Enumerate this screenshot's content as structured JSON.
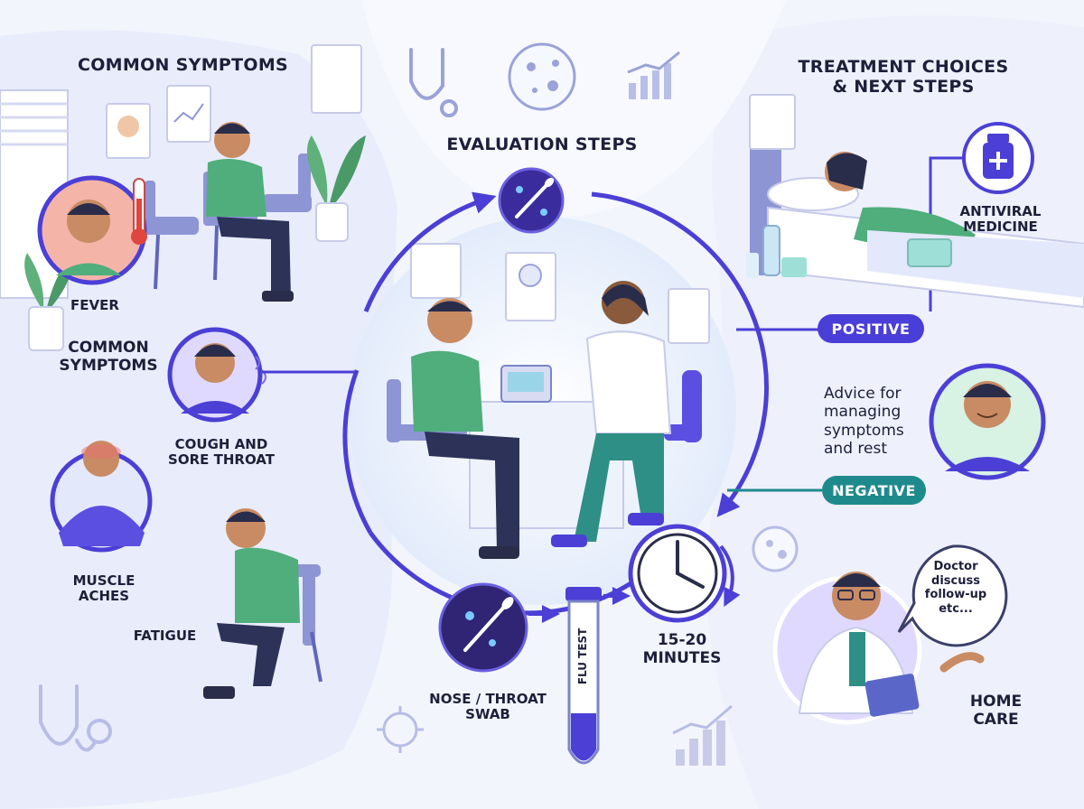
{
  "sections": {
    "symptoms_title": "COMMON SYMPTOMS",
    "evaluation_title": "EVALUATION STEPS",
    "treatment_title": "TREATMENT CHOICES\n& NEXT STEPS"
  },
  "symptoms": {
    "fever": "FEVER",
    "common": "COMMON\nSYMPTOMS",
    "cough": "COUGH AND\nSORE THROAT",
    "muscle": "MUSCLE\nACHES",
    "fatigue": "FATIGUE"
  },
  "evaluation": {
    "swab": "NOSE / THROAT\nSWAB",
    "tube_label": "FLU TEST",
    "timer": "15-20\nMINUTES"
  },
  "outcomes": {
    "positive": "POSITIVE",
    "negative": "NEGATIVE",
    "antiviral": "ANTIVIRAL\nMEDICINE",
    "advice": "Advice for\nmanaging\nsymptoms\nand rest",
    "doctor_bubble": "Doctor\ndiscuss\nfollow-up\netc...",
    "home_care": "HOME\nCARE"
  },
  "colors": {
    "accent_blue": "#4b3fd6",
    "positive": "#4a3ed8",
    "negative": "#1f8a8c",
    "skin": "#c98b63",
    "shirt_green": "#4fae7c"
  },
  "icons": [
    "stethoscope-icon",
    "petri-dish-icon",
    "bar-chart-icon",
    "thermometer-icon",
    "swab-icon",
    "medicine-bottle-icon",
    "clock-icon",
    "test-tube-icon",
    "virus-icon",
    "plant-icon",
    "chair-icon",
    "bed-icon"
  ]
}
